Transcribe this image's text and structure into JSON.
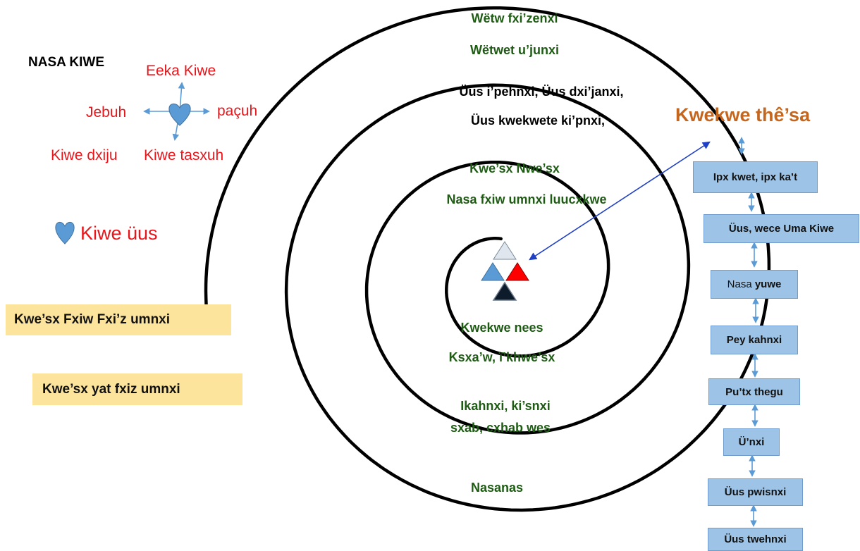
{
  "diagram": {
    "title": "NASA KIWE",
    "compass": {
      "north": "Eeka Kiwe",
      "west": "Jebuh",
      "east": "paçuh",
      "southwest": "Kiwe dxiju",
      "southeast": "Kiwe tasxuh"
    },
    "heart_legend": "Kiwe üus",
    "yellow_boxes": [
      "Kwe’sx Fxiw Fxi’z umnxi",
      "Kwe’sx yat fxiz umnxi"
    ],
    "spiral_labels": {
      "top_1": "Wëtw fxi’zenxi",
      "top_2": "Wëtwet u’junxi",
      "upper_1": "Üus i’pehnxi, Üus dxi’janxi,",
      "upper_2": "Üus kwekwete ki’pnxi,",
      "inner_1": "Kwe’sx  Nwe’sx",
      "inner_2": "Nasa fxiw umnxi luucxkwe",
      "lower_1": "Kwekwe nees",
      "lower_2": "Ksxa’w, ï’khwe’sx",
      "lower_3": "Ikahnxi, ki’snxi",
      "lower_4": "sxab, cxhab wes",
      "bottom": "Nasanas"
    },
    "right_heading": "Kwekwe thê’sa",
    "chain": [
      {
        "label": "Ipx kwet, ipx ka’t",
        "bold": true
      },
      {
        "label": "Üus, wece Uma Kiwe",
        "bold": true
      },
      {
        "prefix": "Nasa ",
        "label": "yuwe",
        "bold": false
      },
      {
        "label": "Pey kahnxi",
        "bold": true
      },
      {
        "label": "Pu’tx thegu",
        "bold": true
      },
      {
        "label": "Ü’nxi",
        "bold": true
      },
      {
        "label": "Üus pwisnxi",
        "bold": true
      },
      {
        "label": "Üus twehnxi",
        "bold": true
      }
    ],
    "colors": {
      "text_red": "#e8161b",
      "text_green": "#1e5c14",
      "heading_orange": "#c5661e",
      "box_yellow": "#fde49d",
      "box_blue": "#9dc3e6",
      "heart_blue": "#5b9bd5",
      "arrow_blue": "#1f3fc4",
      "triangle_light": "#dfe6ee",
      "triangle_blue": "#5b9bd5",
      "triangle_red": "#ff0000",
      "triangle_dark": "#0d1b2a"
    }
  }
}
